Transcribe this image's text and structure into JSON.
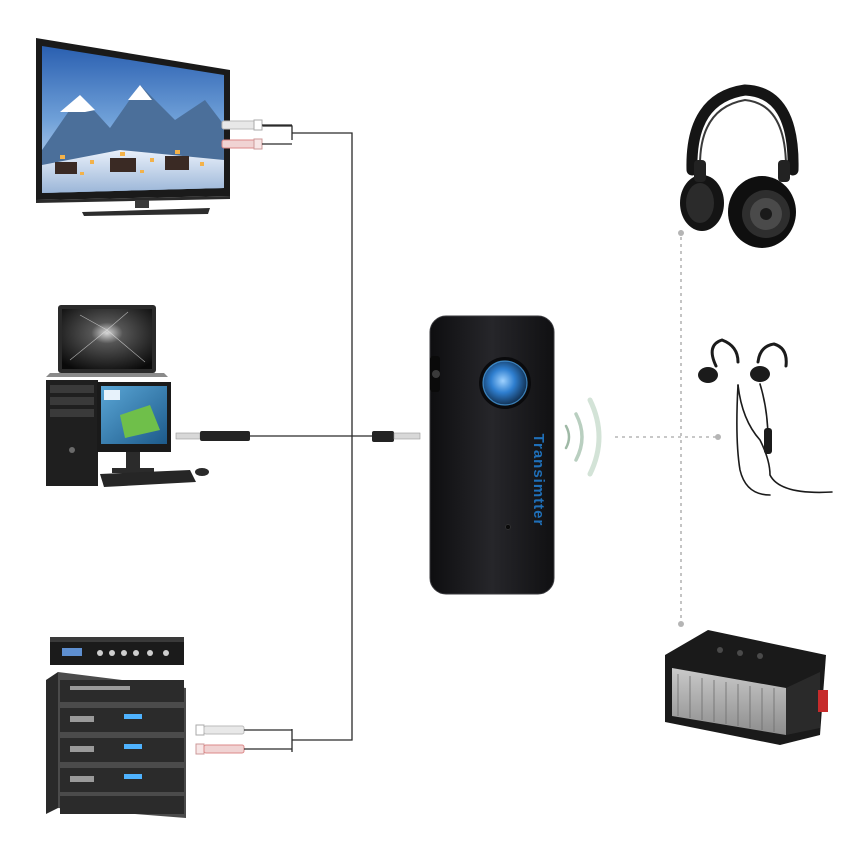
{
  "device": {
    "label": "Transimtter"
  },
  "colors": {
    "wire": "#2a2a2a",
    "dotted_link": "#b5b5b5",
    "device_body": "#1c1c1e",
    "button_glow": "#2f7fd0",
    "label_text": "#1f6fb8"
  },
  "icons": {
    "sources": [
      "tv",
      "laptop",
      "desktop-computer",
      "audio-amplifier-rack"
    ],
    "outputs": [
      "over-ear-headphones",
      "sport-earphones",
      "bluetooth-speaker"
    ],
    "signal": "bluetooth-signal-waves"
  }
}
